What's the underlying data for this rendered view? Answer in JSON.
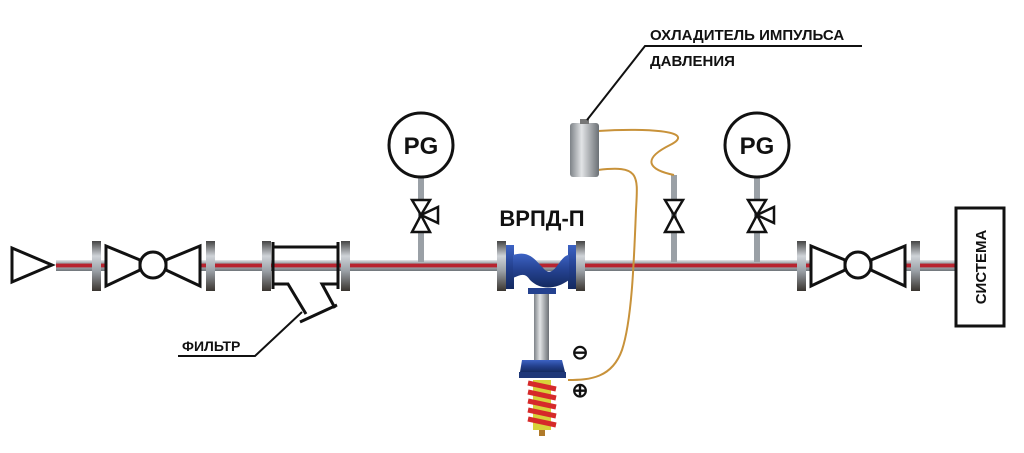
{
  "labels": {
    "cooler_line1": "ОХЛАДИТЕЛЬ ИМПУЛЬСА",
    "cooler_line2": "ДАВЛЕНИЯ",
    "regulator": "ВРПД-П",
    "filter": "ФИЛЬТР",
    "system": "СИСТЕМА",
    "gauge_left": "PG",
    "gauge_right": "PG",
    "minus": "⊖",
    "plus": "⊕"
  },
  "colors": {
    "pipe_red": "#b8232f",
    "pipe_grey": "#9aa0a6",
    "valve_blue": "#24418f",
    "tube_gold": "#c8923a",
    "spring_red": "#d62a2a",
    "spring_yellow": "#d7d23a"
  }
}
